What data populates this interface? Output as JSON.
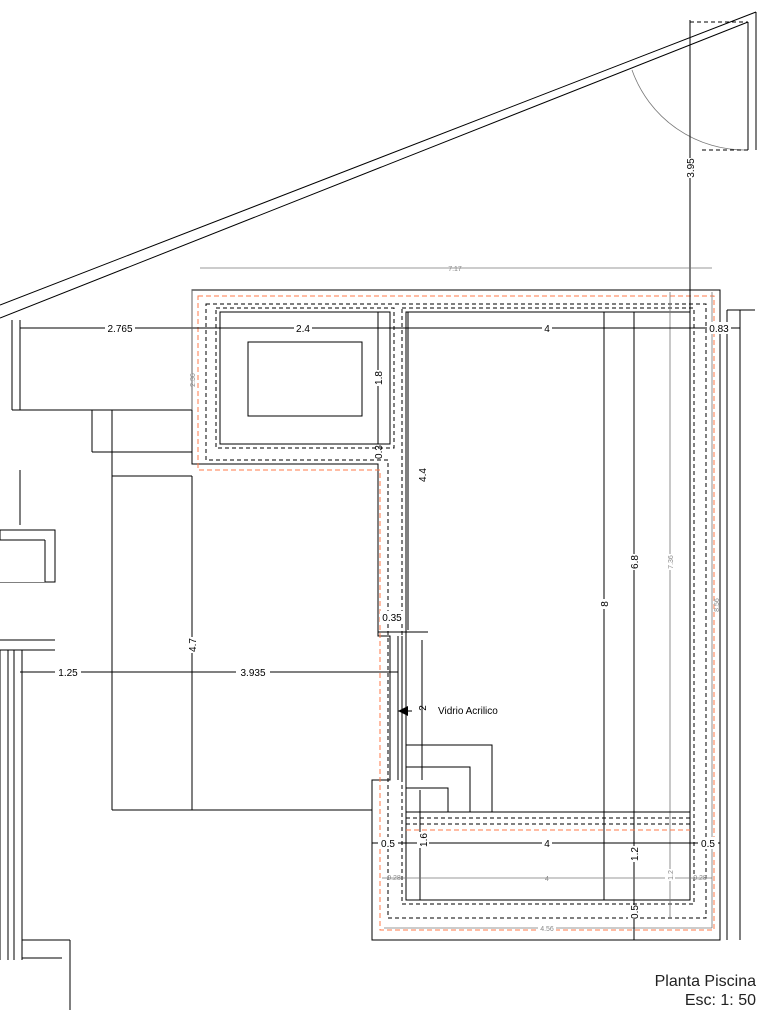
{
  "drawing": {
    "title": "Planta Piscina",
    "scale": "Esc: 1: 50",
    "water_color_light": "#c4fcfc",
    "water_color_dark": "#3ccfc8",
    "offset_line_color": "#ff7a4a",
    "dimensions": {
      "top_vertical": "3.95",
      "overall_width": "7.17",
      "left_offset": "2.765",
      "spa_width": "2.4",
      "pool_width": "4",
      "right_offset": "0.83",
      "spa_outer_height": "2.36",
      "spa_height": "1.8",
      "spa_gap": "0.3",
      "pool_upper": "4.4",
      "pool_depth_zone": "6.8",
      "pool_inner_length": "7.36",
      "pool_length": "8",
      "pool_outer_length": "8.56",
      "wall_thickness": "0.35",
      "left_vertical": "4.7",
      "left_bottom_offset": "1.25",
      "mid_offset": "3.935",
      "glass_length": "2",
      "bottom_left_margin": "0.5",
      "steps_zone": "1.6",
      "bottom_width": "4",
      "bottom_depth": "1.2",
      "bottom_right_margin": "0.5",
      "inner_left": "0.28",
      "inner_width": "4",
      "inner_depth": "1.2",
      "inner_right": "0.28",
      "bottom_vertical": "0.5",
      "bottom_outer_width": "4.56"
    },
    "annotations": {
      "glass": "Vidrio Acrilico"
    }
  }
}
